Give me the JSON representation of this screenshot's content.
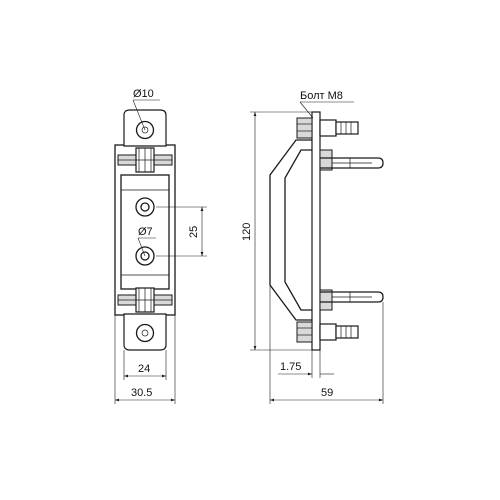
{
  "labels": {
    "hole_top_diameter": "Ø10",
    "hole_mid_diameter": "Ø7",
    "bolt_label": "Болт М8",
    "dim_hole_spacing": "25",
    "dim_inner_width": "24",
    "dim_outer_width": "30.5",
    "dim_height": "120",
    "dim_thickness": "1.75",
    "dim_depth": "59"
  },
  "colors": {
    "line": "#1a1a1a",
    "shade": "#d9d9d9",
    "background": "#ffffff"
  }
}
